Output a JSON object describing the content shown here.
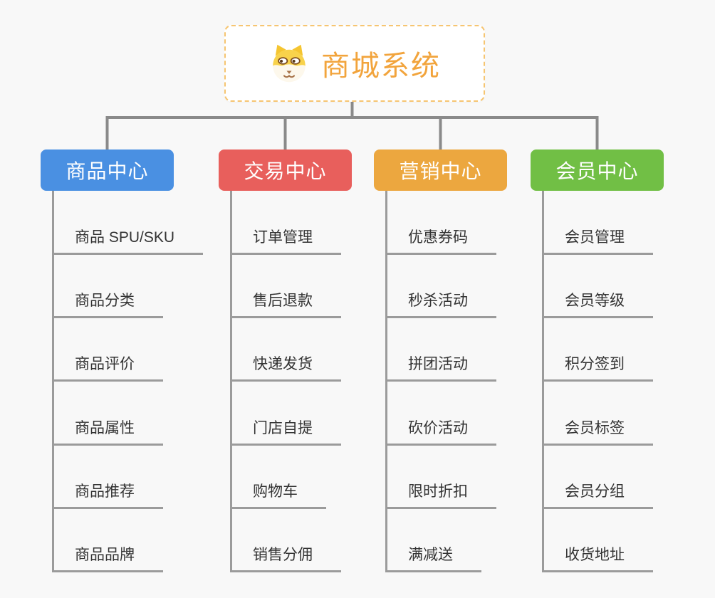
{
  "page": {
    "background_color": "#f8f8f8",
    "connector_color": "#8a8a8a",
    "sub_connector_color": "#9b9b9b"
  },
  "root": {
    "title": "商城系统",
    "icon": "shiba-dog-icon",
    "text_color": "#f2a43c",
    "border_color": "#f6c571"
  },
  "branches": [
    {
      "label": "商品中心",
      "color": "#4a90e2",
      "children": [
        "商品 SPU/SKU",
        "商品分类",
        "商品评价",
        "商品属性",
        "商品推荐",
        "商品品牌"
      ]
    },
    {
      "label": "交易中心",
      "color": "#e85f5c",
      "children": [
        "订单管理",
        "售后退款",
        "快递发货",
        "门店自提",
        "购物车",
        "销售分佣"
      ]
    },
    {
      "label": "营销中心",
      "color": "#eca73f",
      "children": [
        "优惠券码",
        "秒杀活动",
        "拼团活动",
        "砍价活动",
        "限时折扣",
        "满减送"
      ]
    },
    {
      "label": "会员中心",
      "color": "#71bf45",
      "children": [
        "会员管理",
        "会员等级",
        "积分签到",
        "会员标签",
        "会员分组",
        "收货地址"
      ]
    }
  ]
}
